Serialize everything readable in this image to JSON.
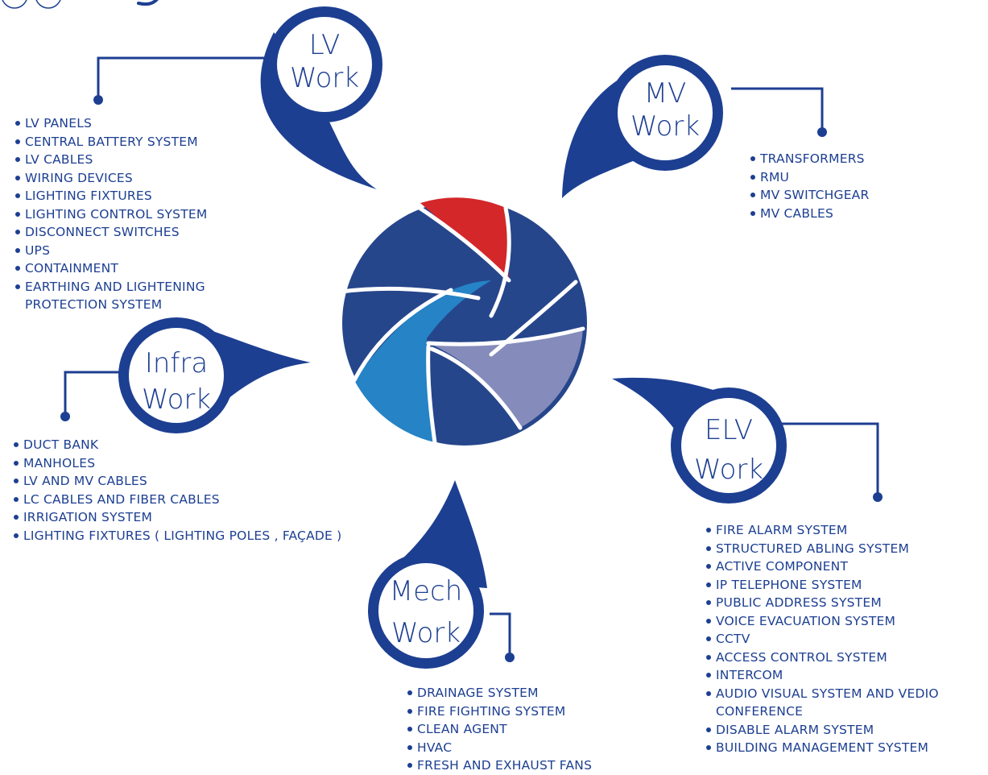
{
  "colors": {
    "primary": "#1d3f92",
    "navy": "#26468b",
    "red": "#d3272a",
    "light_blue": "#2583c6",
    "lavender": "#858cbb"
  },
  "groups": {
    "lv": {
      "title_line1": "LV",
      "title_line2": "Work",
      "items": [
        "LV PANELS",
        "CENTRAL BATTERY SYSTEM",
        "LV CABLES",
        "WIRING DEVICES",
        "LIGHTING FIXTURES",
        "LIGHTING CONTROL SYSTEM",
        "DISCONNECT SWITCHES",
        "UPS",
        "CONTAINMENT",
        "EARTHING AND LIGHTENING PROTECTION SYSTEM"
      ]
    },
    "mv": {
      "title_line1": "MV",
      "title_line2": "Work",
      "items": [
        "TRANSFORMERS",
        "RMU",
        "MV SWITCHGEAR",
        "MV CABLES"
      ]
    },
    "infra": {
      "title_line1": "Infra",
      "title_line2": "Work",
      "items": [
        "DUCT BANK",
        "MANHOLES",
        "LV  AND MV CABLES",
        "LC CABLES AND FIBER CABLES",
        "IRRIGATION SYSTEM",
        "LIGHTING FIXTURES ( LIGHTING POLES , FAÇADE )"
      ]
    },
    "elv": {
      "title_line1": "ELV",
      "title_line2": "Work",
      "items": [
        "FIRE ALARM SYSTEM",
        "STRUCTURED ABLING SYSTEM",
        "ACTIVE COMPONENT",
        "IP TELEPHONE SYSTEM",
        "PUBLIC ADDRESS SYSTEM",
        "VOICE EVACUATION SYSTEM",
        "CCTV",
        "ACCESS CONTROL SYSTEM",
        "INTERCOM",
        "AUDIO VISUAL SYSTEM AND VEDIO CONFERENCE",
        "DISABLE ALARM SYSTEM",
        "BUILDING MANAGEMENT SYSTEM"
      ]
    },
    "mech": {
      "title_line1": "Mech",
      "title_line2": "Work",
      "items": [
        "DRAINAGE SYSTEM",
        "FIRE FIGHTING SYSTEM",
        "CLEAN AGENT",
        "HVAC",
        "FRESH AND EXHAUST FANS"
      ]
    }
  }
}
